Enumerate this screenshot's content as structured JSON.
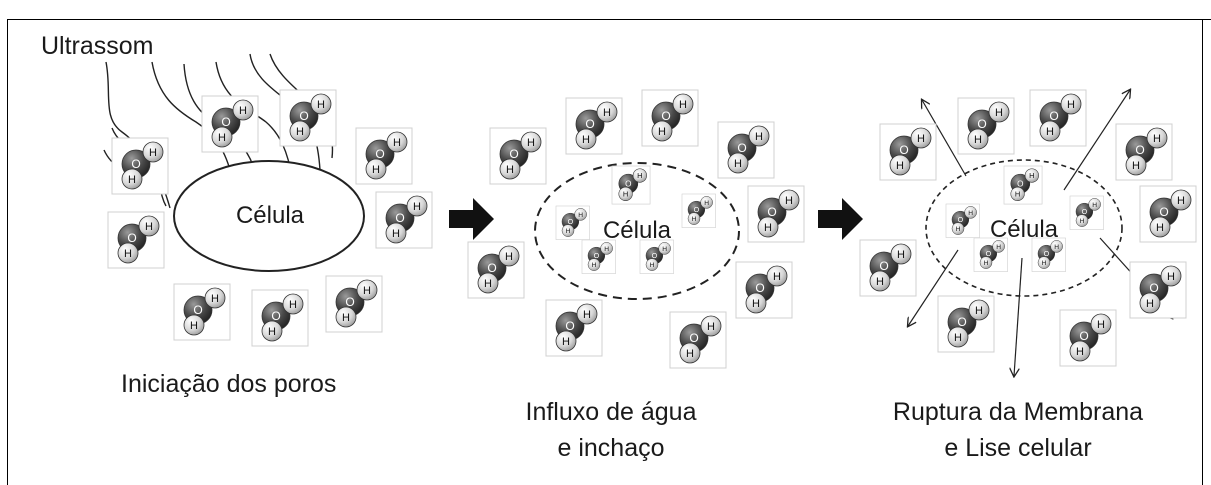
{
  "ultrasound_label": "Ultrassom",
  "cell_label": "Célula",
  "molecule": {
    "center_atom": "O",
    "side_atom": "H"
  },
  "stages": [
    {
      "caption_lines": [
        "Iniciação dos poros"
      ]
    },
    {
      "caption_lines": [
        "Influxo de água",
        "e inchaço"
      ]
    },
    {
      "caption_lines": [
        "Ruptura da Membrana",
        "e Lise celular"
      ]
    }
  ]
}
